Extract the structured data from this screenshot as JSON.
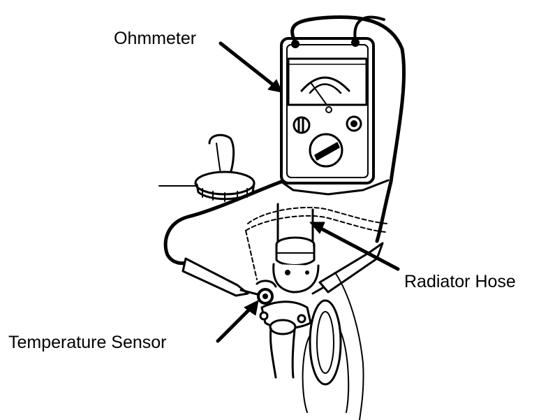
{
  "labels": {
    "ohmmeter": "Ohmmeter",
    "radiator_hose": "Radiator Hose",
    "temperature_sensor": "Temperature Sensor"
  },
  "colors": {
    "ink": "#000000",
    "paper": "#ffffff"
  }
}
